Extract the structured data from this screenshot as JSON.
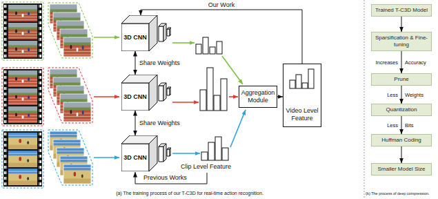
{
  "diagram": {
    "nodes": [
      {
        "text": [
          "3D CNN"
        ]
      },
      {
        "text": [
          "3D CNN"
        ]
      },
      {
        "text": [
          "3D CNN"
        ]
      },
      {
        "text": [
          "Aggregation Module"
        ]
      },
      {
        "text": [
          "Video Level Feature"
        ]
      },
      {
        "text": [
          "Trained T-C3D Model"
        ]
      },
      {
        "text": [
          "Sparsification & Fine-tuning"
        ]
      },
      {
        "text": [
          "Prune"
        ]
      },
      {
        "text": [
          "Quantization"
        ]
      },
      {
        "text": [
          "Huffman Coding"
        ]
      },
      {
        "text": [
          "Smaller Model Size"
        ]
      }
    ],
    "edges": [
      {
        "from": 0,
        "to": 1,
        "arrow": "both",
        "label": "Share Weights"
      },
      {
        "from": 1,
        "to": 2,
        "arrow": "both",
        "label": "Share Weights"
      },
      {
        "from": 3,
        "to": 4,
        "arrow": "to"
      },
      {
        "from": 4,
        "to": 0,
        "arrow": "to",
        "label": "Our Work"
      },
      {
        "from": 5,
        "to": 6,
        "arrow": "to"
      },
      {
        "from": 6,
        "to": 7,
        "arrow": "to"
      },
      {
        "from": 7,
        "to": 8,
        "arrow": "to"
      },
      {
        "from": 8,
        "to": 9,
        "arrow": "to"
      },
      {
        "from": 9,
        "to": 10,
        "arrow": "to"
      }
    ],
    "labels": [
      "Clip Level Feature",
      "Previous Works",
      "(a) The training process of our T-C3D for real-time action recognition.",
      "Increases",
      "Accuracy",
      "Less",
      "Weights",
      "Less",
      "Bits",
      "(b) The process of deep compression."
    ]
  }
}
